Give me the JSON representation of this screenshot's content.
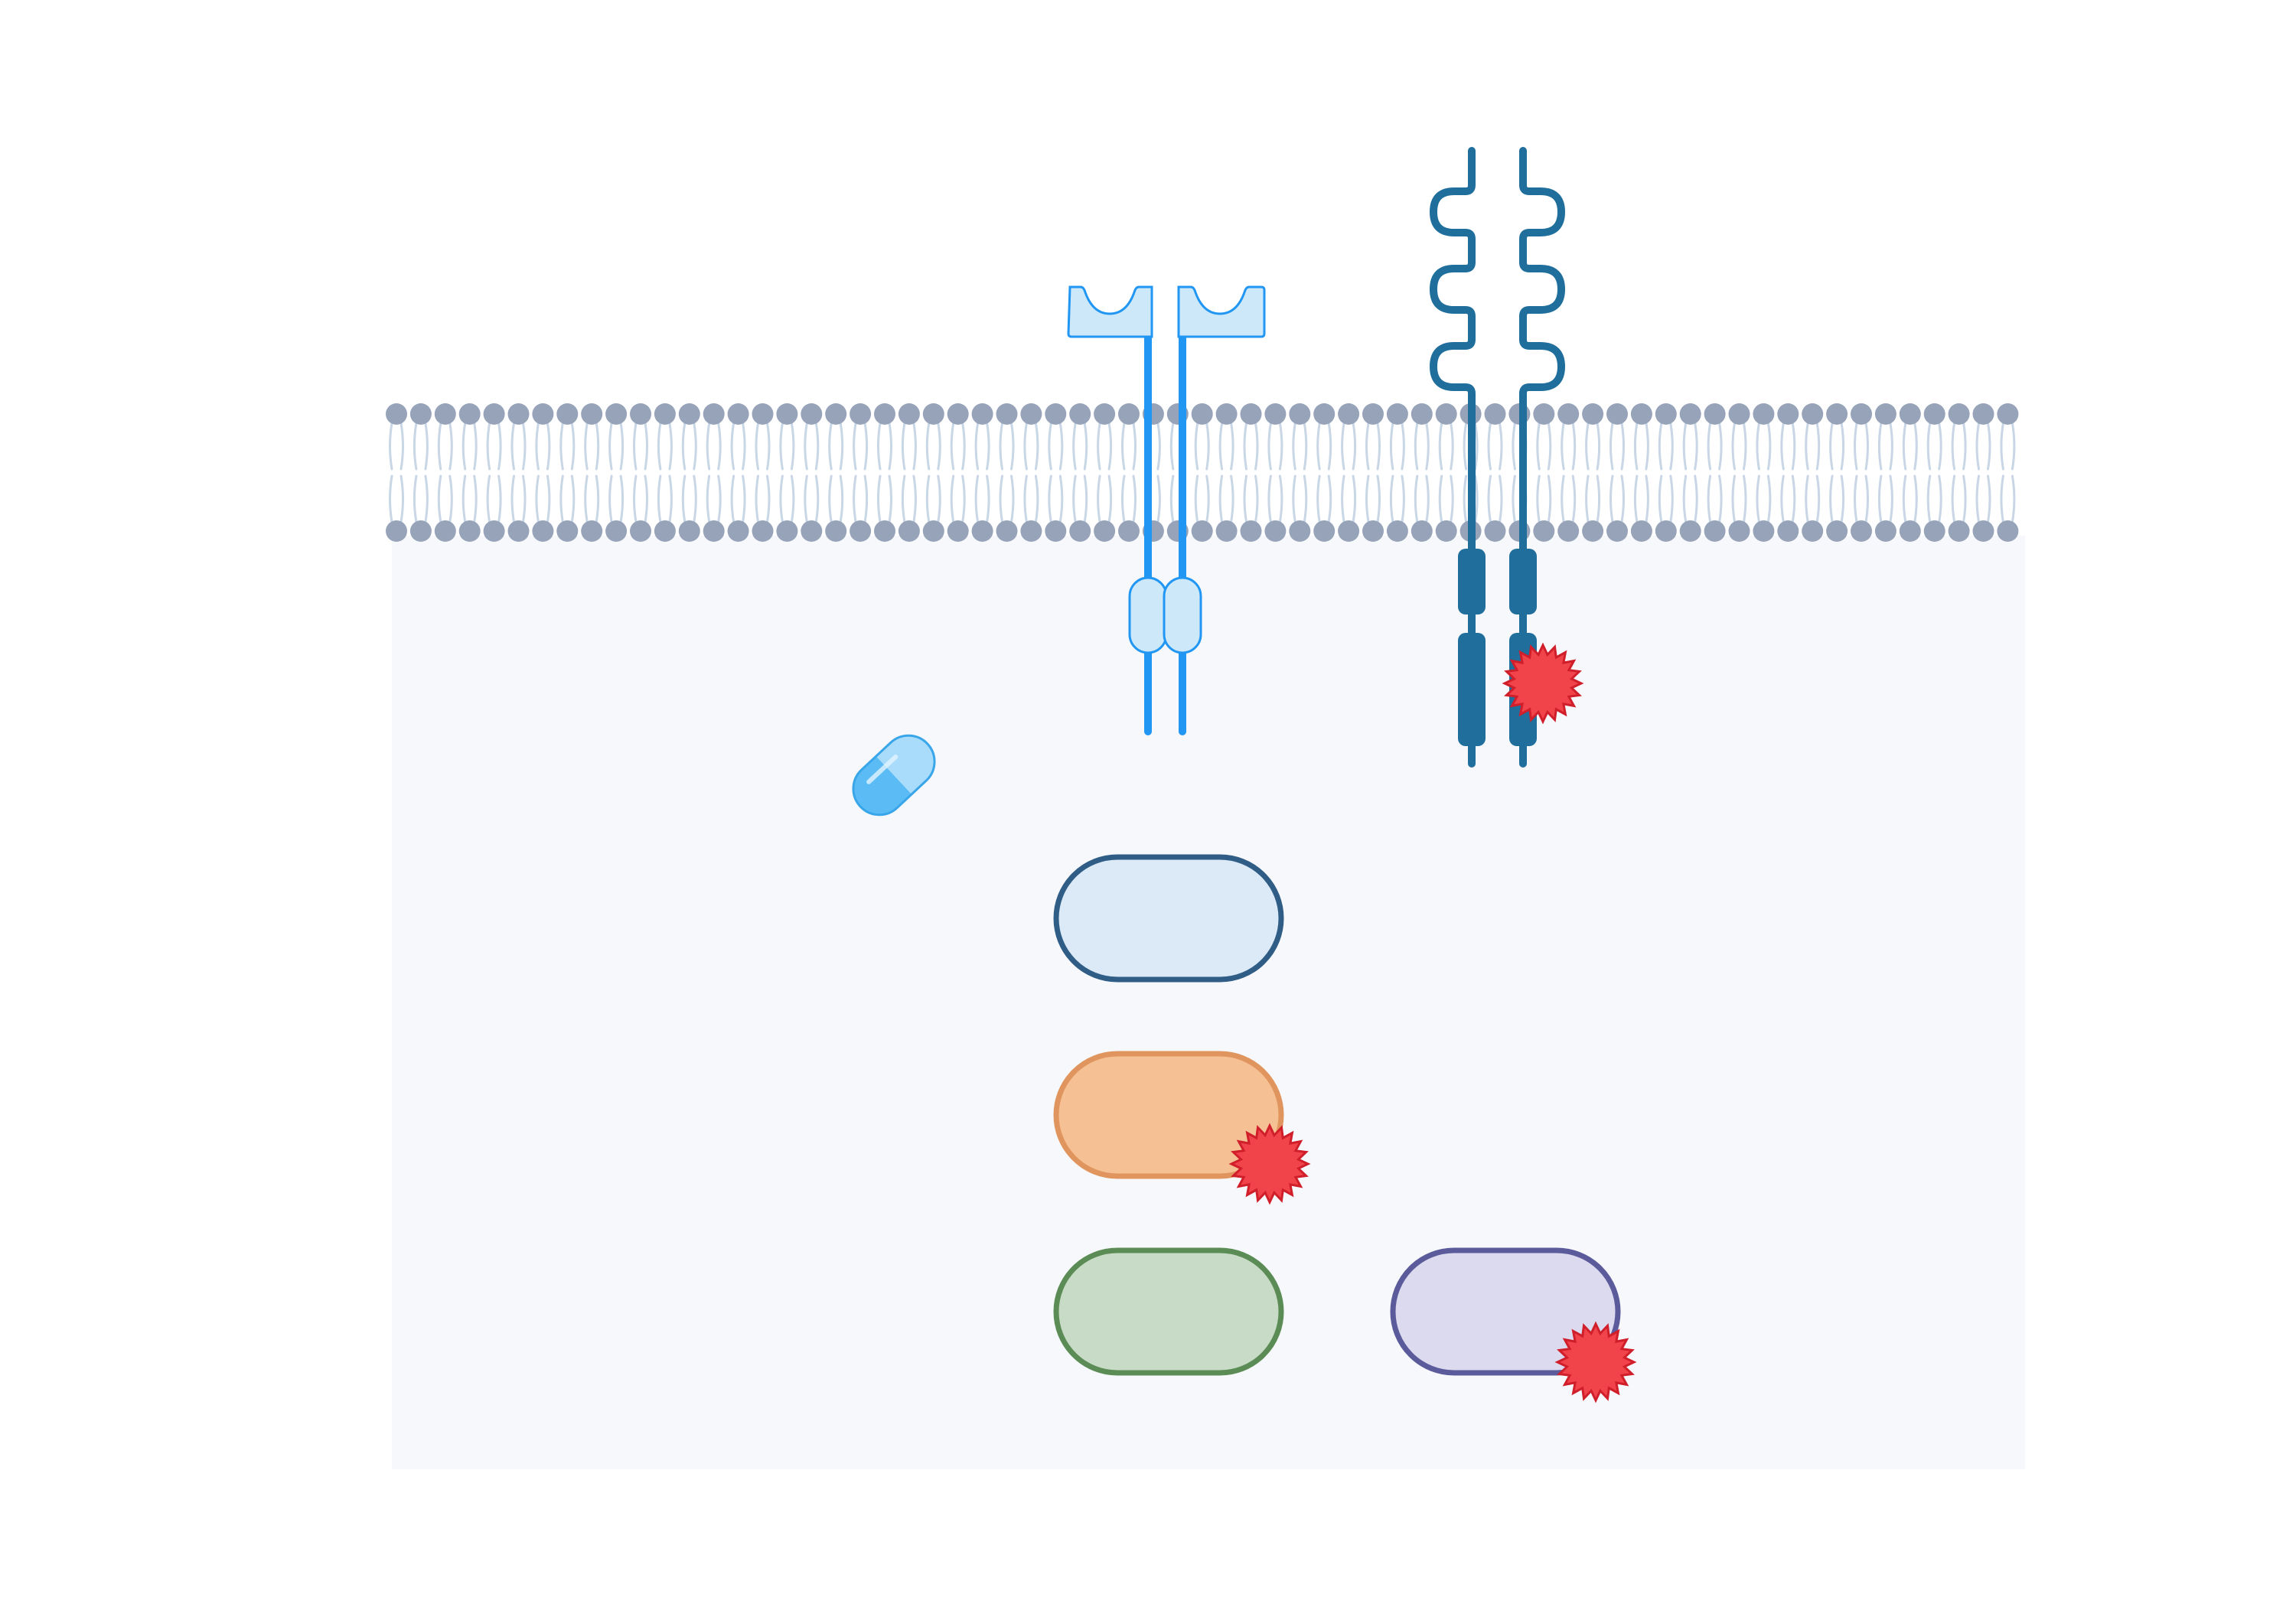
{
  "diagram": {
    "title": "",
    "colors": {
      "background": "#ffffff",
      "cytoplasm": "#f6f8fb",
      "lipid_head": "#97a3b8",
      "lipid_tail": "#c8d6e6",
      "receptor_light_stroke": "#2196f3",
      "receptor_light_fill": "#cde8f9",
      "receptor_dark": "#1f6e9c",
      "phospho": "#f0434a",
      "phospho_stroke": "#d01f2a",
      "capsule_dark": "#5bbcf5",
      "capsule_light": "#a9dcfa",
      "protein_blue_fill": "#dceaf8",
      "protein_blue_stroke": "#2f5d85",
      "protein_orange_fill": "#f5c094",
      "protein_orange_stroke": "#e0955e",
      "protein_green_fill": "#c8dbc6",
      "protein_green_stroke": "#5c8c55",
      "protein_purple_fill": "#dcdaee",
      "protein_purple_stroke": "#5b5b9b"
    },
    "elements": {
      "membrane": "lipid-bilayer",
      "receptor_1": "ligand-binding-dimer-receptor",
      "receptor_2": "receptor-tyrosine-kinase-dimer",
      "drug": "capsule-icon",
      "proteins": [
        "protein-blue",
        "protein-orange",
        "protein-green",
        "protein-purple"
      ],
      "phosphorylation_marks": [
        "phospho-receptor",
        "phospho-orange",
        "phospho-purple"
      ]
    }
  }
}
